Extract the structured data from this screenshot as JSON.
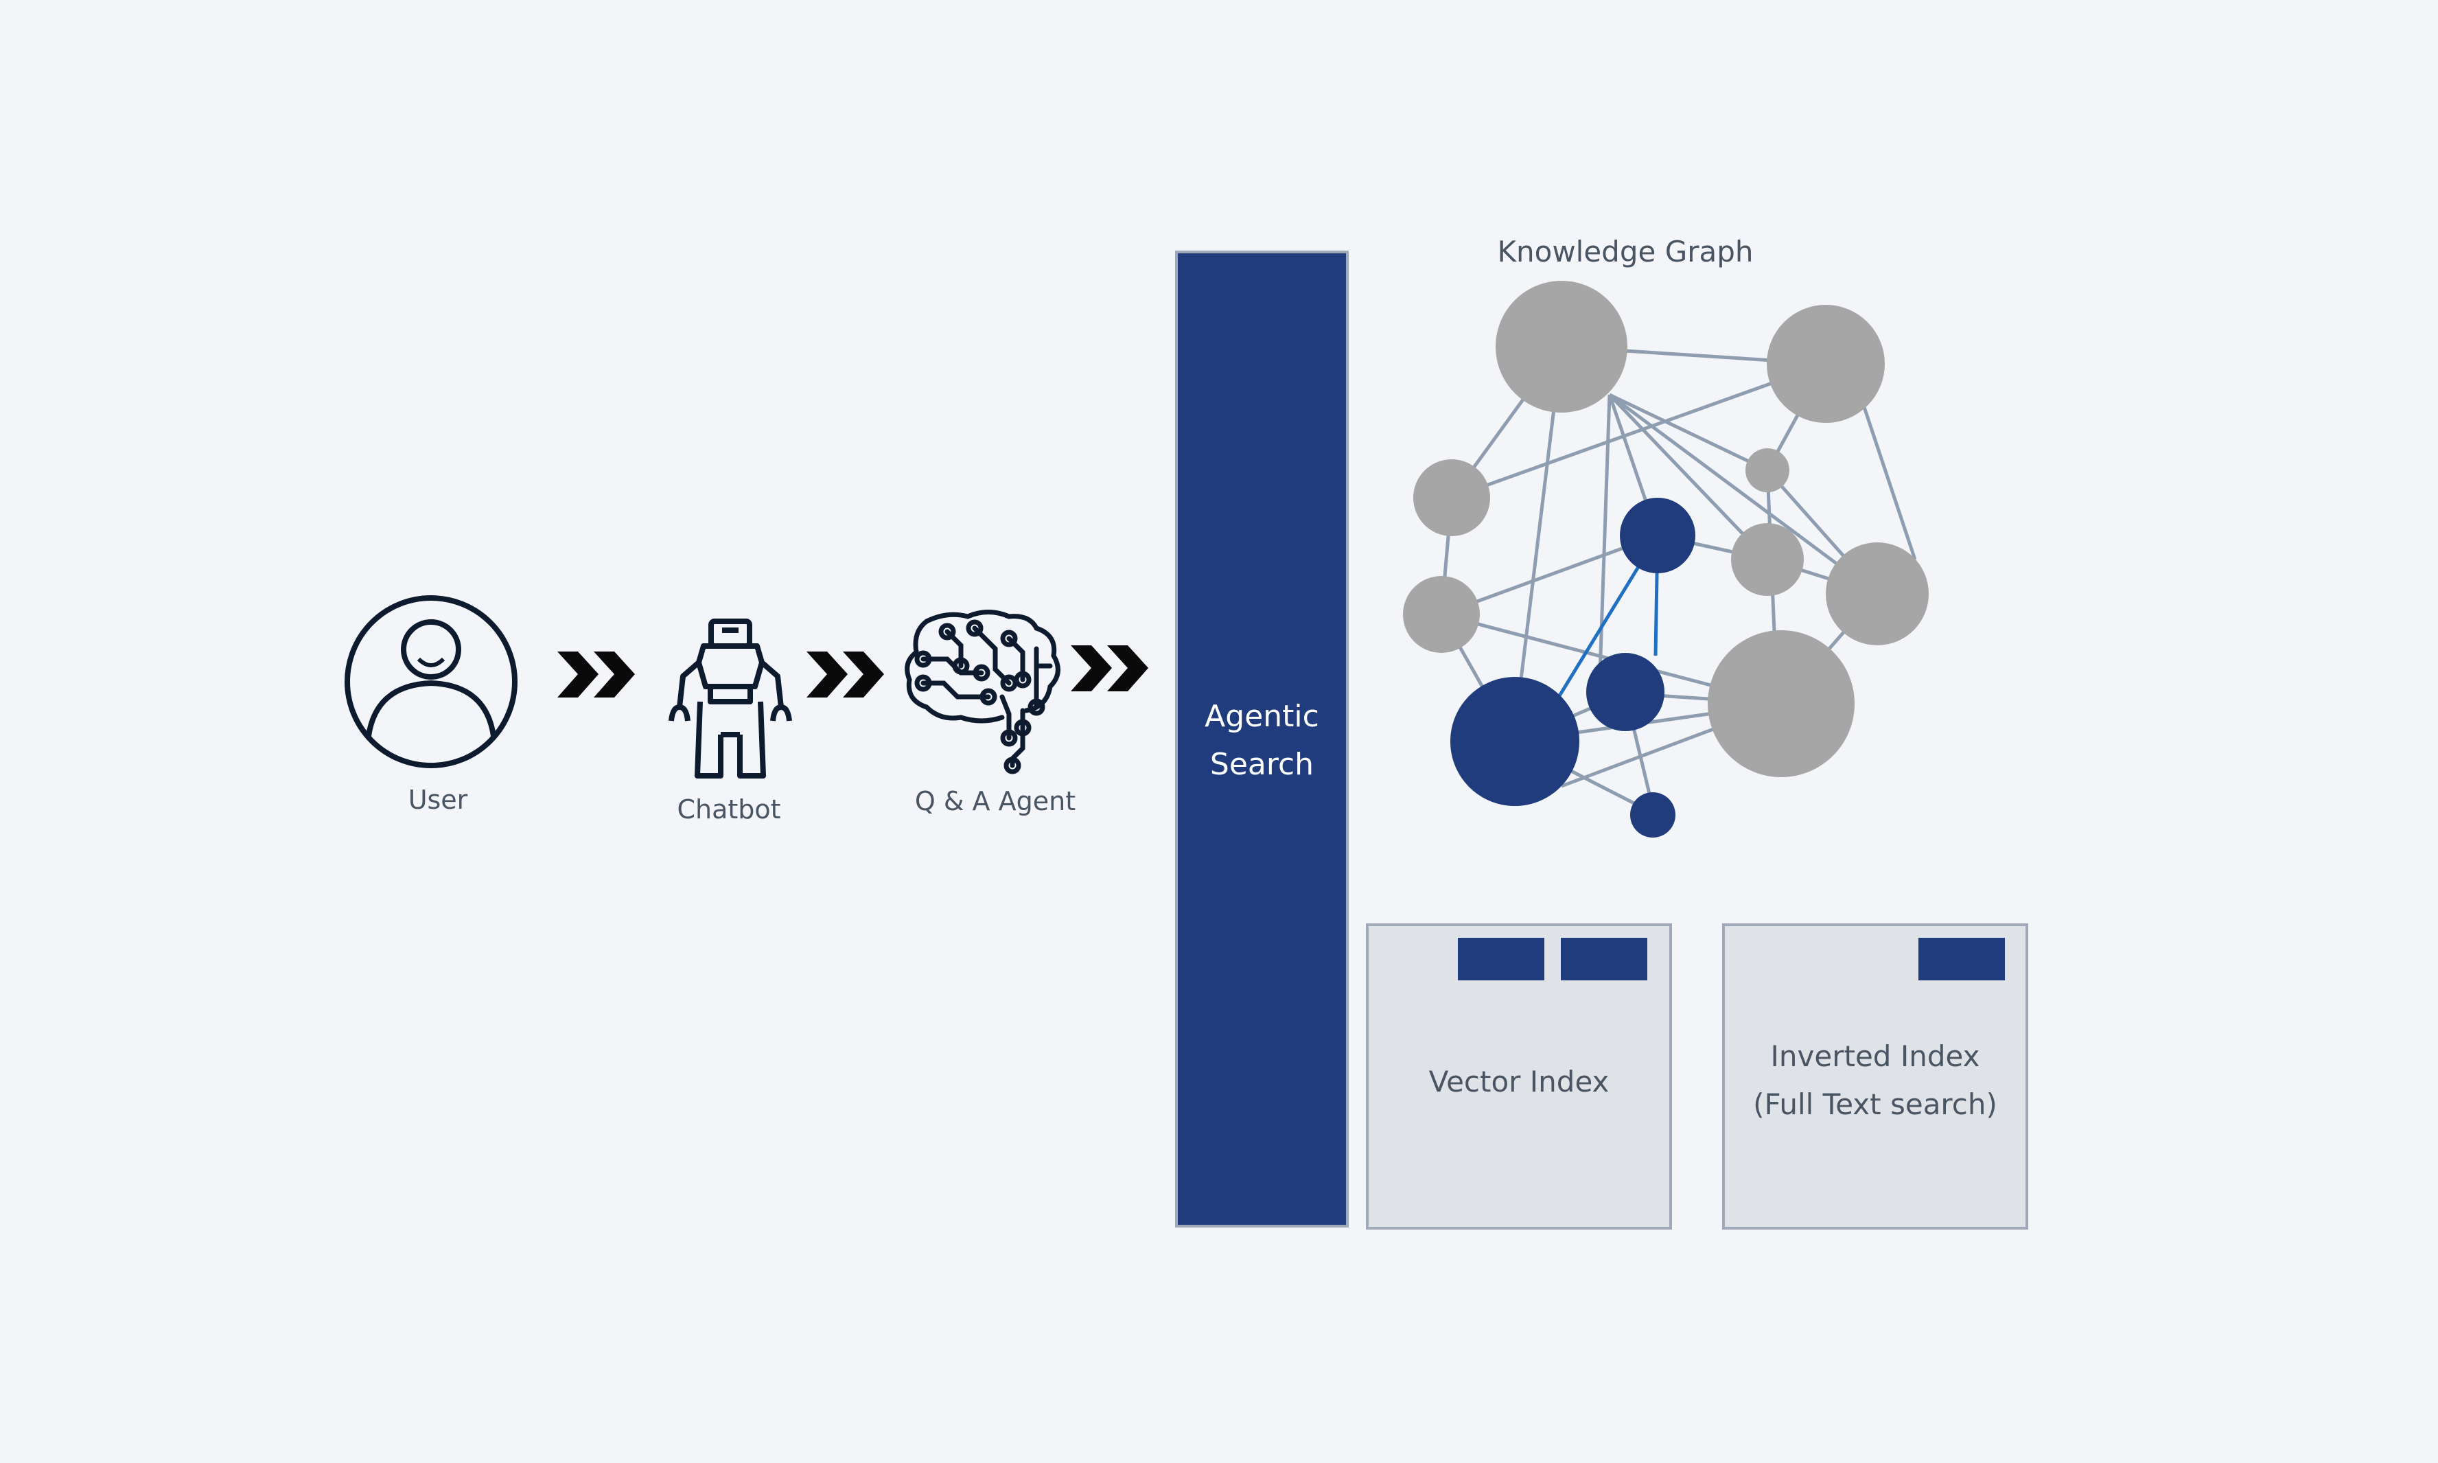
{
  "flow": {
    "user_label": "User",
    "chatbot_label": "Chatbot",
    "agent_label": "Q & A Agent"
  },
  "agentic_search": {
    "line1": "Agentic",
    "line2": "Search"
  },
  "knowledge_graph": {
    "title": "Knowledge Graph"
  },
  "vector_index": {
    "label": "Vector Index"
  },
  "inverted_index": {
    "line1": "Inverted Index",
    "line2": "(Full Text search)"
  },
  "colors": {
    "navy": "#203c7c",
    "grey_node": "#a6a6a6",
    "edge": "#8e9db0",
    "highlight_edge": "#1f6fc4",
    "background": "#f3f5f8"
  }
}
